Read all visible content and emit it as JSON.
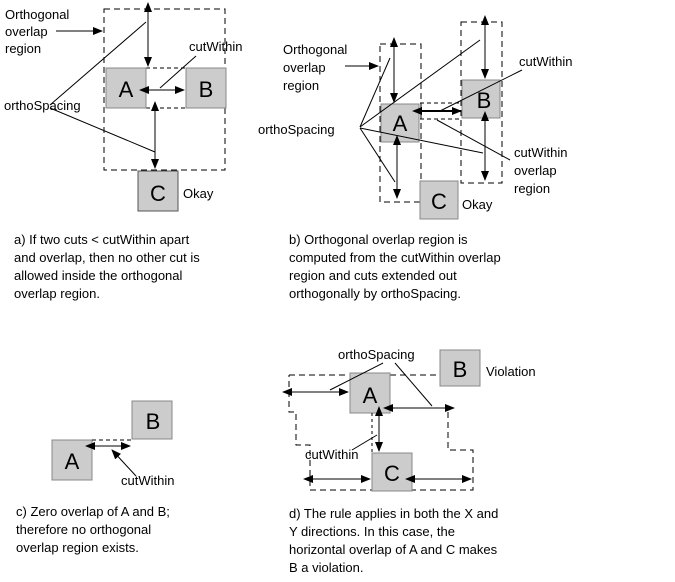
{
  "colors": {
    "cut_fill": "#cccccc",
    "stroke": "#000000",
    "background": "#ffffff"
  },
  "panel_a": {
    "label_orthogonal": [
      "Orthogonal",
      "overlap",
      "region"
    ],
    "label_cutwithin": "cutWithin",
    "label_orthospacing": "orthoSpacing",
    "box_a": "A",
    "box_b": "B",
    "box_c": "C",
    "status": "Okay",
    "caption": [
      "a) If two cuts < cutWithin apart",
      "and overlap, then no other cut is",
      "allowed inside the orthogonal",
      "overlap region."
    ]
  },
  "panel_b": {
    "label_orthogonal": [
      "Orthogonal",
      "overlap",
      "region"
    ],
    "label_cutwithin_top": "cutWithin",
    "label_orthospacing": "orthoSpacing",
    "label_cutwithin_region": [
      "cutWithin",
      "overlap",
      "region"
    ],
    "box_a": "A",
    "box_b": "B",
    "box_c": "C",
    "status": "Okay",
    "caption": [
      "b) Orthogonal overlap region is",
      "computed from the cutWithin overlap",
      "region and cuts extended out",
      "orthogonally by orthoSpacing."
    ]
  },
  "panel_c": {
    "box_a": "A",
    "box_b": "B",
    "label_cutwithin": "cutWithin",
    "caption": [
      "c) Zero overlap of A and B;",
      "therefore no orthogonal",
      "overlap region exists."
    ]
  },
  "panel_d": {
    "label_orthospacing": "orthoSpacing",
    "label_cutwithin": "cutWithin",
    "box_a": "A",
    "box_b": "B",
    "box_c": "C",
    "status": "Violation",
    "caption": [
      "d) The rule applies in both the X and",
      "Y directions. In this case, the",
      "horizontal overlap of A and C makes",
      "B a violation."
    ]
  }
}
